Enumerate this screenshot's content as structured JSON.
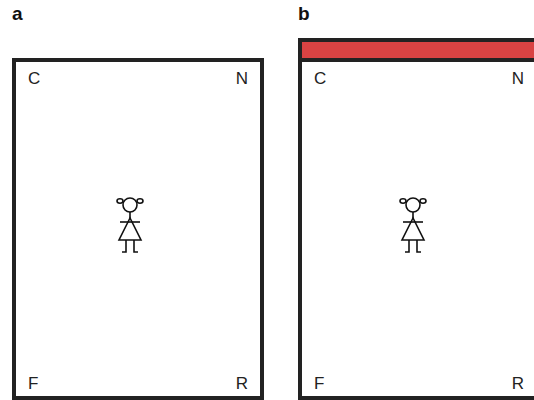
{
  "diagram": {
    "nodes": [
      {
        "text": [
          "C",
          "N",
          "F",
          "R"
        ]
      },
      {
        "text": [
          "C",
          "N",
          "F",
          "R"
        ]
      }
    ],
    "labels": [
      "a",
      "b"
    ]
  }
}
